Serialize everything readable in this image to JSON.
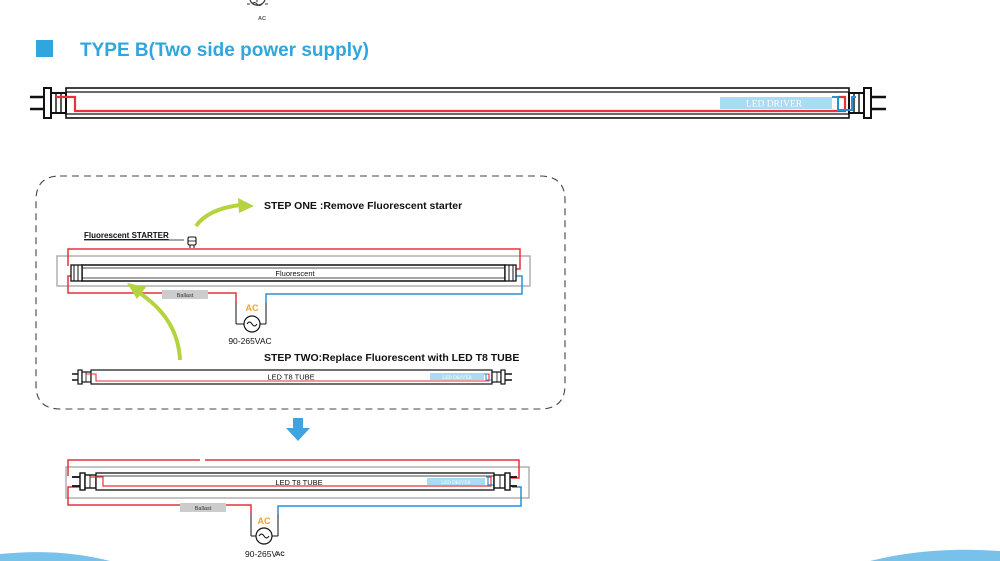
{
  "colors": {
    "accent": "#2fa6dd",
    "live_wire": "#e8313a",
    "neutral_wire": "#2b8fd6",
    "arrow_green": "#b5d33e",
    "step_arrow": "#3fa3e0",
    "ac_orange": "#f0a030",
    "driver_box": "#a8dcf2"
  },
  "top": {
    "ac_label": "AC",
    "ac_source_icon": "ac-source-icon"
  },
  "section": {
    "title": "TYPE B(Two side power supply)",
    "bullet_icon": "square-bullet-icon"
  },
  "main_tube": {
    "driver_label": "LED DRIVER"
  },
  "before": {
    "step_one": "STEP ONE :Remove Fluorescent starter",
    "starter_label": "Fluorescent STARTER",
    "tube_label": "Fluorescent",
    "ballast_label": "Ballast",
    "ac_label": "AC",
    "voltage_label": "90-265VAC",
    "step_two": "STEP TWO:Replace Fluorescent with LED T8 TUBE",
    "led_tube_label": "LED T8 TUBE",
    "led_driver_label": "LED DRIVER"
  },
  "after": {
    "tube_label": "LED T8 TUBE",
    "driver_label": "LED DRIVER",
    "ballast_label": "Ballast",
    "ac_label": "AC",
    "voltage_label": "90-265V",
    "ac_suffix": "AC"
  }
}
